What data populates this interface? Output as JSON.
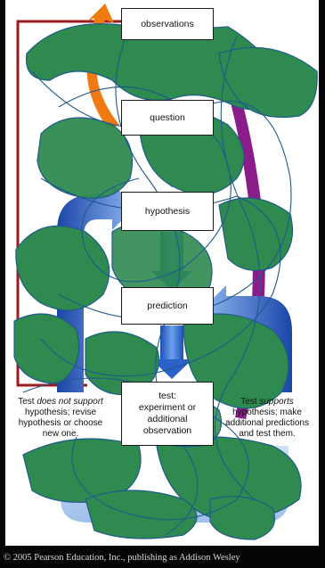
{
  "diagram": {
    "steps": {
      "observations": "observations",
      "question": "question",
      "hypothesis": "hypothesis",
      "prediction": "prediction",
      "test_line1": "test:",
      "test_line2": "experiment or",
      "test_line3": "additional",
      "test_line4": "observation"
    },
    "left_note": {
      "line1_prefix": "Test ",
      "line1_emphasis": "does not support",
      "line2": "hypothesis; revise",
      "line3": "hypothesis or choose",
      "line4": "new one."
    },
    "right_note": {
      "line1_prefix": "Test ",
      "line1_emphasis": "supports",
      "line2": "hypothesis; make",
      "line3": "additional predictions",
      "line4": "and test them."
    }
  },
  "footer": {
    "copyright": "© 2005 Pearson Education, Inc., publishing as Addison Wesley"
  },
  "colors": {
    "scribble_fill": "#2e8a4f",
    "arrow_blue": "#2c61c8",
    "arrow_orange": "#f07a12",
    "arrow_purple": "#8a1d8a",
    "loop_red": "#9b1c1c",
    "background": "#050505"
  }
}
